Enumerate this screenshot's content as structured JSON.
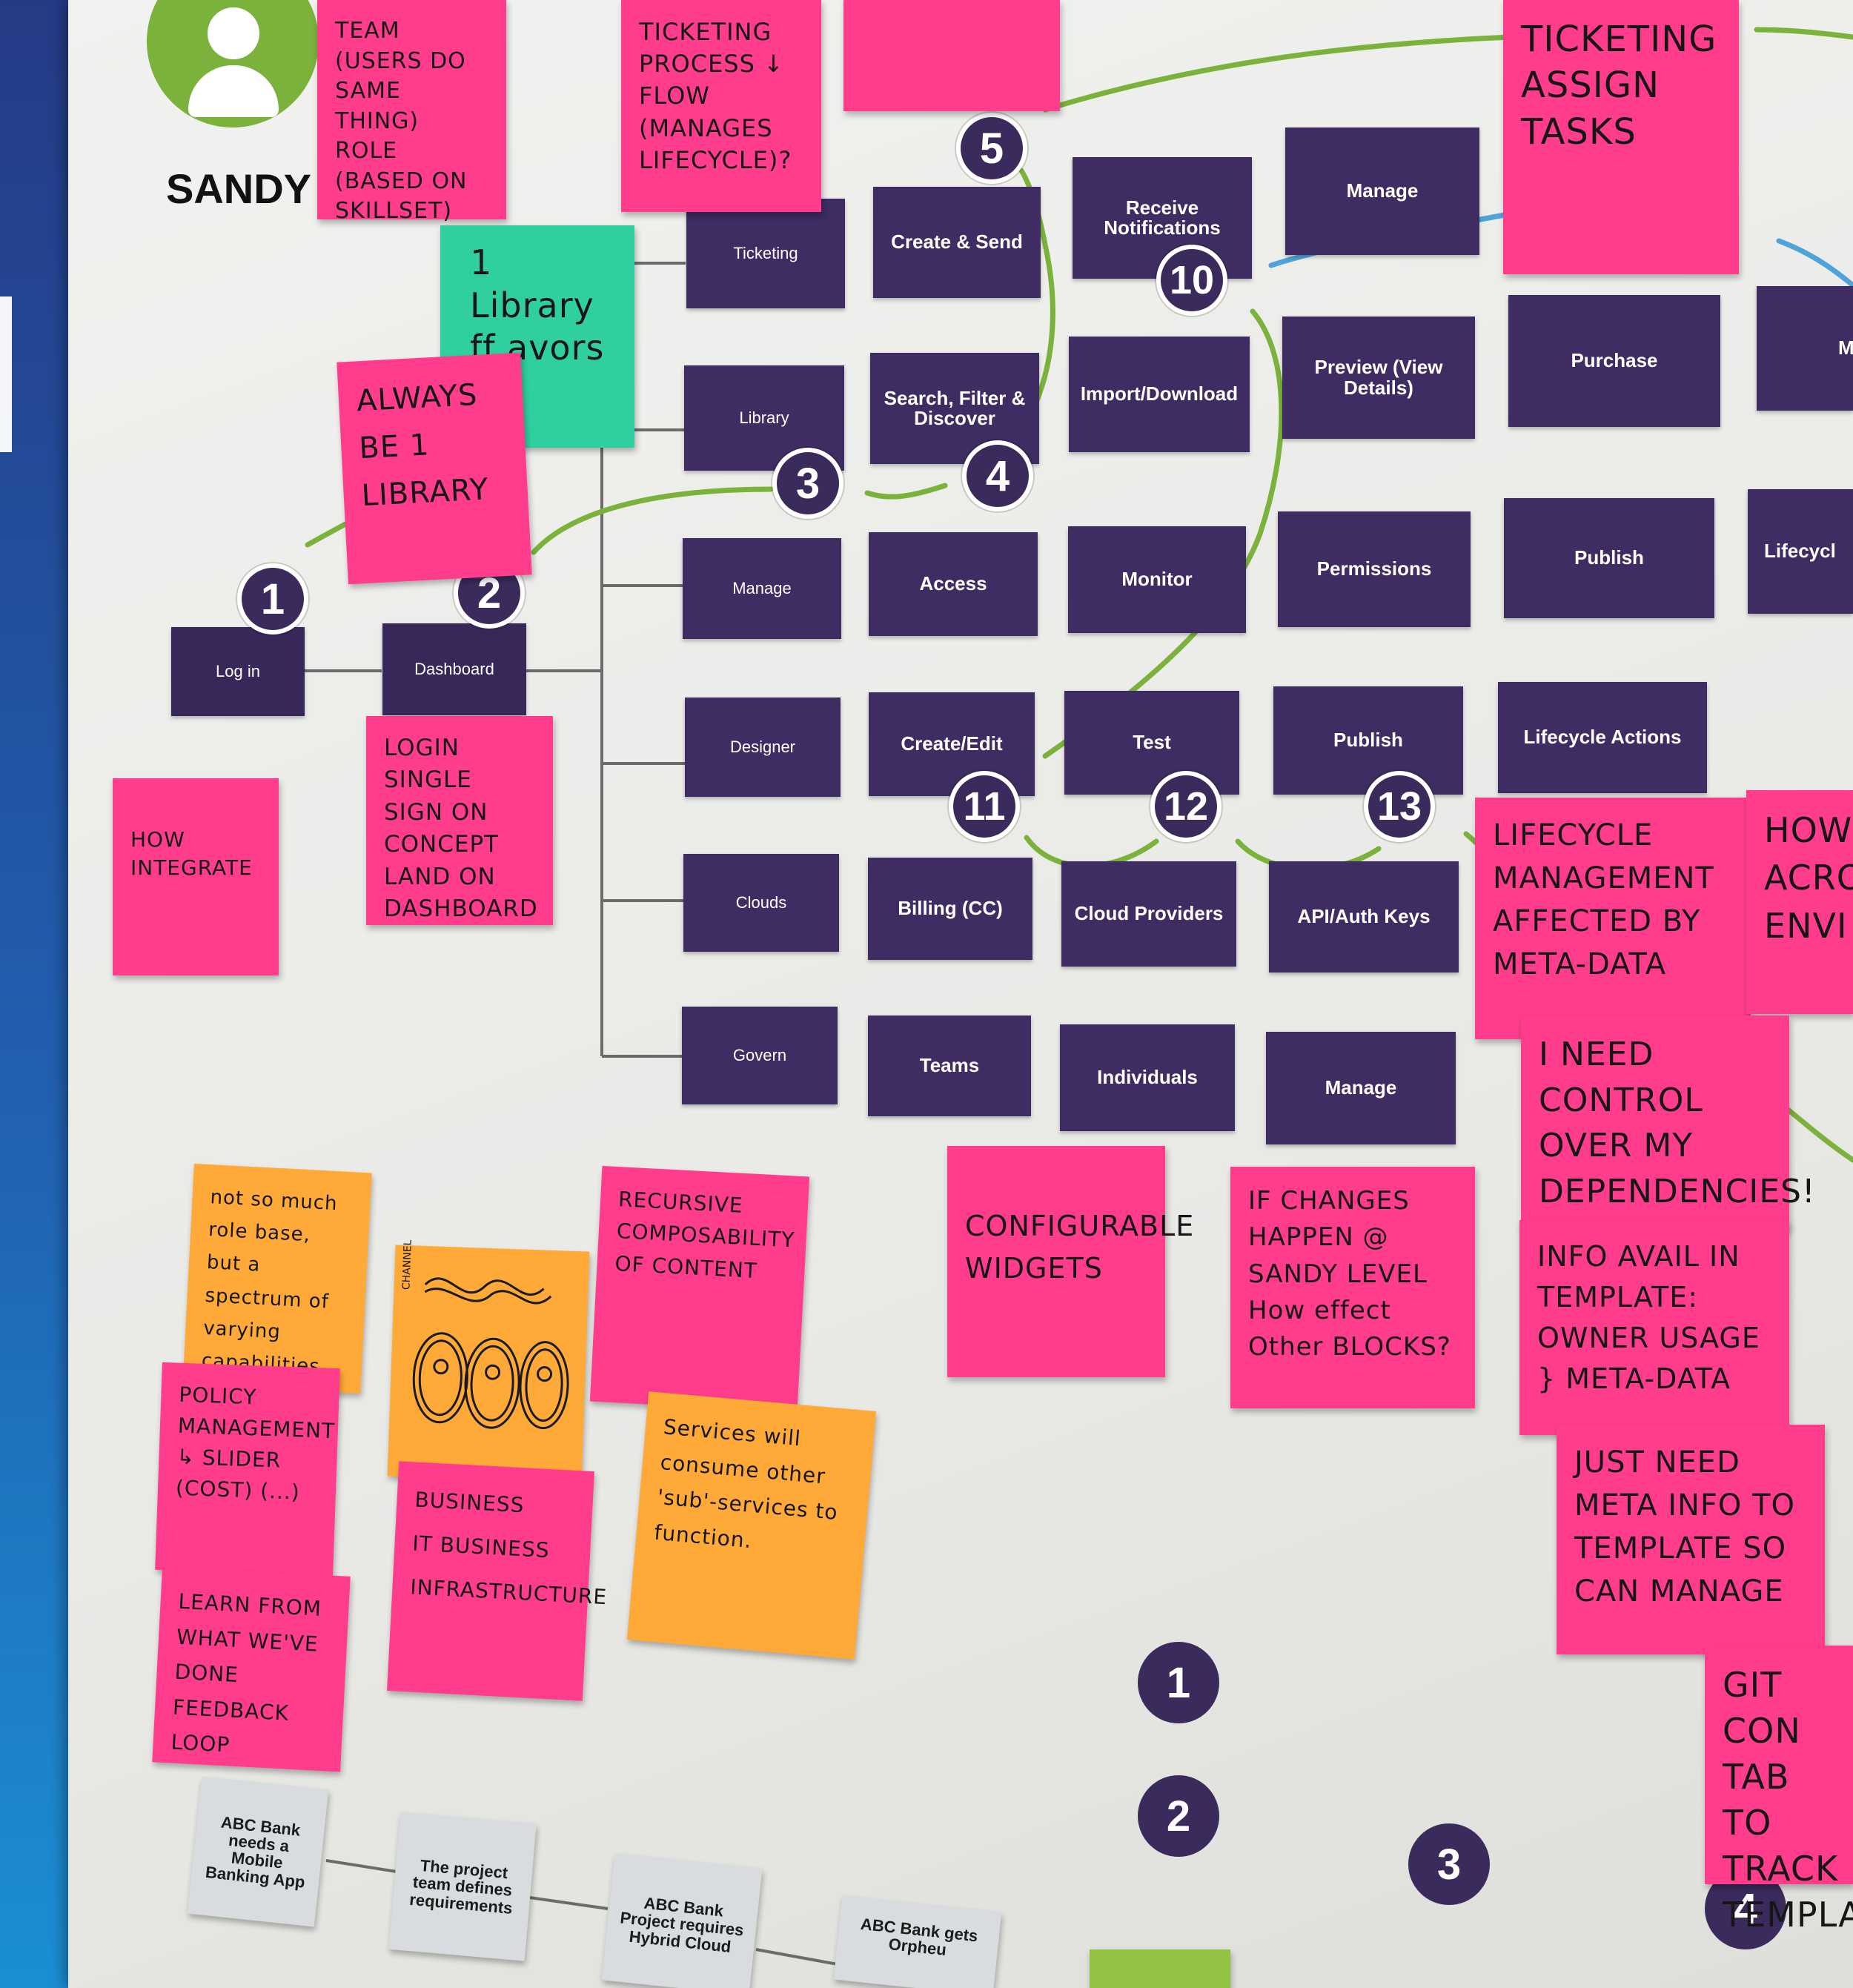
{
  "persona": {
    "name": "SANDY"
  },
  "boxes": [
    {
      "id": "login",
      "label": "Log in"
    },
    {
      "id": "dashboard",
      "label": "Dashboard"
    },
    {
      "id": "ticketing",
      "label": "Ticketing"
    },
    {
      "id": "create-send",
      "label": "Create & Send"
    },
    {
      "id": "receive-notifications",
      "label": "Receive Notifications"
    },
    {
      "id": "manage-top",
      "label": "Manage"
    },
    {
      "id": "library",
      "label": "Library"
    },
    {
      "id": "search-filter-discover",
      "label": "Search, Filter & Discover"
    },
    {
      "id": "import-download",
      "label": "Import/Download"
    },
    {
      "id": "preview",
      "label": "Preview (View Details)"
    },
    {
      "id": "purchase",
      "label": "Purchase"
    },
    {
      "id": "ma-cut",
      "label": "Ma"
    },
    {
      "id": "manage-row3",
      "label": "Manage"
    },
    {
      "id": "access",
      "label": "Access"
    },
    {
      "id": "monitor",
      "label": "Monitor"
    },
    {
      "id": "permissions",
      "label": "Permissions"
    },
    {
      "id": "publish-row3",
      "label": "Publish"
    },
    {
      "id": "lifecycle-cut",
      "label": "Lifecycl"
    },
    {
      "id": "designer",
      "label": "Designer"
    },
    {
      "id": "create-edit",
      "label": "Create/Edit"
    },
    {
      "id": "test",
      "label": "Test"
    },
    {
      "id": "publish-row4",
      "label": "Publish"
    },
    {
      "id": "lifecycle-actions",
      "label": "Lifecycle Actions"
    },
    {
      "id": "clouds",
      "label": "Clouds"
    },
    {
      "id": "billing",
      "label": "Billing (CC)"
    },
    {
      "id": "cloud-providers",
      "label": "Cloud Providers"
    },
    {
      "id": "api-auth-keys",
      "label": "API/Auth Keys"
    },
    {
      "id": "govern",
      "label": "Govern"
    },
    {
      "id": "teams",
      "label": "Teams"
    },
    {
      "id": "individuals",
      "label": "Individuals"
    },
    {
      "id": "manage-govern",
      "label": "Manage"
    }
  ],
  "step_markers": [
    "1",
    "2",
    "3",
    "4",
    "5",
    "10",
    "11",
    "12",
    "13"
  ],
  "lower_markers": [
    "1",
    "2",
    "3",
    "4"
  ],
  "notes": [
    {
      "id": "team-role",
      "text": "TEAM (USERS DO SAME THING)\nROLE (BASED ON SKILLSET)"
    },
    {
      "id": "ticketing-process",
      "text": "TICKETING PROCESS ↓ FLOW\n(MANAGES LIFECYCLE)?"
    },
    {
      "id": "ticketing-assign",
      "text": "TICKETING ASSIGN TASKS"
    },
    {
      "id": "library-teal",
      "text": "1 Library\nff avors"
    },
    {
      "id": "always-one-library",
      "text": "ALWAYS BE 1\nLIBRARY"
    },
    {
      "id": "how-integrate",
      "text": "HOW INTEGRATE"
    },
    {
      "id": "login-sso",
      "text": "LOGIN SINGLE SIGN ON\nCONCEPT LAND ON DASHBOARD"
    },
    {
      "id": "lifecycle-mgmt",
      "text": "LIFECYCLE MANAGEMENT AFFECTED BY META-DATA"
    },
    {
      "id": "how-across",
      "text": "HOW ACROS ENVI"
    },
    {
      "id": "need-control",
      "text": "I NEED CONTROL OVER MY DEPENDENCIES!"
    },
    {
      "id": "info-avail",
      "text": "INFO AVAIL IN TEMPLATE:\nOWNER USAGE } META-DATA"
    },
    {
      "id": "just-need-meta",
      "text": "JUST NEED META INFO TO TEMPLATE SO CAN MANAGE"
    },
    {
      "id": "git-con",
      "text": "GIT CON TAB TO TRACK TEMPLAT"
    },
    {
      "id": "not-so-much",
      "text": "not so much role base, but a spectrum of varying capabilities"
    },
    {
      "id": "channel-sketch",
      "text": "CHANNEL"
    },
    {
      "id": "recursive",
      "text": "RECURSIVE COMPOSABILITY OF CONTENT"
    },
    {
      "id": "configurable-widgets",
      "text": "CONFIGURABLE WIDGETS"
    },
    {
      "id": "if-changes",
      "text": "IF CHANGES HAPPEN @ SANDY LEVEL How effect Other BLOCKS?"
    },
    {
      "id": "policy-mgmt",
      "text": "POLICY MANAGEMENT\n↳ SLIDER (COST) (...)"
    },
    {
      "id": "business-stack",
      "text": "BUSINESS\nIT BUSINESS\nINFRASTRUCTURE"
    },
    {
      "id": "services-consume",
      "text": "Services will consume other 'sub'-services to function."
    },
    {
      "id": "learn-from",
      "text": "LEARN FROM WHAT WE'VE DONE\nFEEDBACK LOOP"
    }
  ],
  "scenario_cards": [
    {
      "id": "abc-mobile",
      "text": "ABC Bank needs a Mobile Banking App"
    },
    {
      "id": "project-team",
      "text": "The project team defines requirements"
    },
    {
      "id": "hybrid-cloud",
      "text": "ABC Bank Project requires Hybrid Cloud"
    },
    {
      "id": "orpheus",
      "text": "ABC Bank gets Orpheu"
    }
  ],
  "colors": {
    "box": "#3e2c62",
    "pink_note": "#ff3d8c",
    "orange_note": "#ffaa38",
    "teal_note": "#2fcf9f",
    "green_path": "#7ab23b",
    "blue_path": "#4ea3d8",
    "paper": "#ececea"
  }
}
